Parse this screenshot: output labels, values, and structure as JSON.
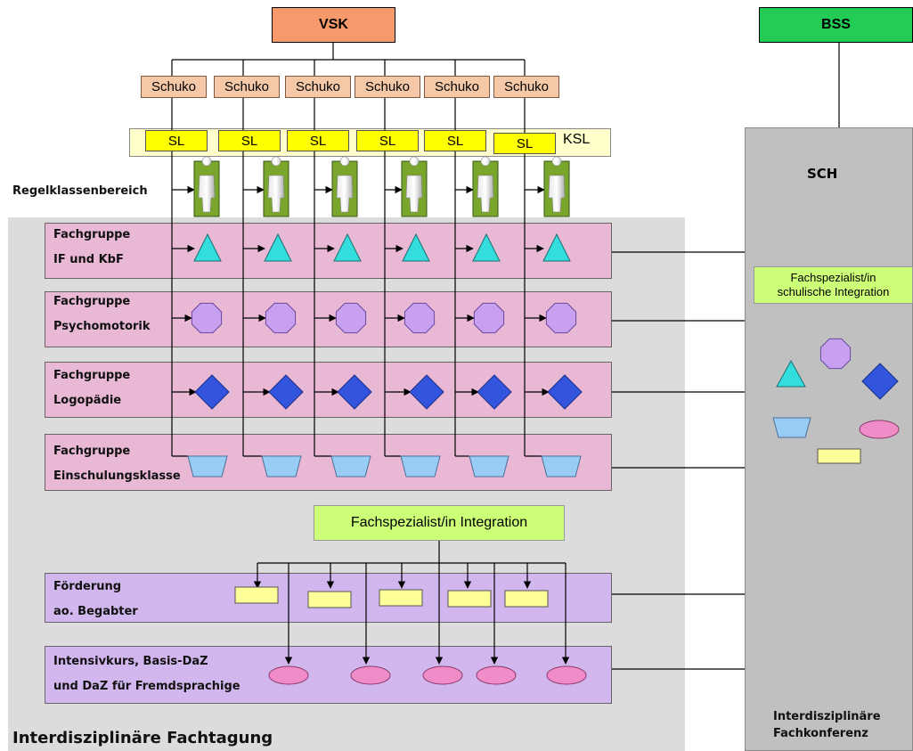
{
  "vsk": "VSK",
  "bss": "BSS",
  "schuko_labels": [
    "Schuko",
    "Schuko",
    "Schuko",
    "Schuko",
    "Schuko",
    "Schuko"
  ],
  "sl_labels": [
    "SL",
    "SL",
    "SL",
    "SL",
    "SL",
    "SL"
  ],
  "ksl": "KSL",
  "regel": "Regelklassenbereich",
  "sch": "SCH",
  "spec_school_line1": "Fachspezialist/in",
  "spec_school_line2": "schulische Integration",
  "spec_integration": "Fachspezialist/in Integration",
  "bands": [
    {
      "line1": "Fachgruppe",
      "line2": "IF und KbF"
    },
    {
      "line1": "Fachgruppe",
      "line2": "Psychomotorik"
    },
    {
      "line1": "Fachgruppe",
      "line2": "Logopädie"
    },
    {
      "line1": "Fachgruppe",
      "line2": "Einschulungsklasse"
    },
    {
      "line1": "Förderung",
      "line2": "ao. Begabter"
    },
    {
      "line1": "Intensivkurs, Basis-DaZ",
      "line2": "und DaZ für Fremdsprachige"
    }
  ],
  "fachtagung": "Interdisziplinäre Fachtagung",
  "fachkonferenz_line1": "Interdisziplinäre",
  "fachkonferenz_line2": "Fachkonferenz",
  "colors": {
    "vsk": "#f79a6b",
    "bss": "#22cc55",
    "schuko": "#f5c9a8",
    "sl": "#ffff00",
    "pink_band": "#e9b8d4",
    "purple_band": "#d2b6ee",
    "gray_area": "#dcdcdc",
    "sch_panel": "#c0c0c0",
    "spec": "#ccff77",
    "triangle": "#33dddd",
    "octagon": "#c8a0f0",
    "diamond": "#3355dd",
    "trapezoid": "#99ccf5",
    "rect_yellow": "#ffff99",
    "ellipse": "#f08cc8"
  },
  "icons": [
    "person-icon",
    "triangle-icon",
    "octagon-icon",
    "diamond-icon",
    "trapezoid-icon",
    "rectangle-icon",
    "ellipse-icon"
  ]
}
